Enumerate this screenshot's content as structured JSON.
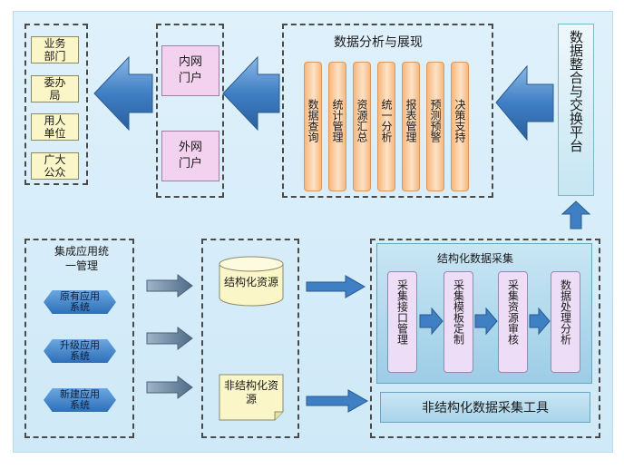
{
  "users": [
    "业务部门",
    "委办局",
    "用人单位",
    "广大公众"
  ],
  "portals": [
    "内网门户",
    "外网门户"
  ],
  "analysis": {
    "title": "数据分析与展现",
    "items": [
      "数据查询",
      "统计管理",
      "资源汇总",
      "统一分析",
      "报表管理",
      "预测预警",
      "决策支持"
    ]
  },
  "platform": "数据整合与交换平台",
  "integration": {
    "title": "集成应用统一管理",
    "systems": [
      "原有应用系统",
      "升级应用系统",
      "新建应用系统"
    ]
  },
  "resources": {
    "structured": "结构化资源",
    "unstructured": "非结构化资源"
  },
  "structured_collection": {
    "title": "结构化数据采集",
    "steps": [
      "采集接口管理",
      "采集模板定制",
      "采集资源审核",
      "数据处理分析"
    ]
  },
  "unstructured_tool": "非结构化数据采集工具",
  "colors": {
    "arrow_blue": "#3f7fc4",
    "bar_orange": "#f7b77c",
    "portal_pink": "#f3d2ef",
    "user_yellow": "#fbf6c7",
    "process_lilac": "#eeddf7",
    "panel_blue": "#b7dcef"
  }
}
